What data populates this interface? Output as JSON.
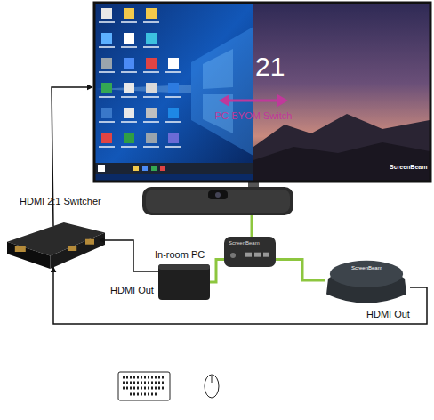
{
  "diagram": {
    "nodes": [
      {
        "text": [
          "21",
          "PC-BYOM Switch",
          "ScreenBeam"
        ]
      },
      {
        "text": [
          "HDMI 2:1 Switcher"
        ]
      },
      {
        "text": [
          "In-room PC"
        ]
      },
      {
        "text": [
          "ScreenBeam"
        ]
      },
      {
        "text": [
          "ScreenBeam"
        ]
      }
    ],
    "edges": [
      {
        "from": 2,
        "to": 1,
        "label": "HDMI Out",
        "arrow": "to"
      },
      {
        "from": 4,
        "to": 1,
        "label": "HDMI Out",
        "arrow": "to"
      },
      {
        "from": 1,
        "to": 0,
        "arrow": "to"
      },
      {
        "from": 3,
        "to": 2,
        "arrow": "none"
      },
      {
        "from": 3,
        "to": 4,
        "arrow": "none"
      }
    ]
  }
}
